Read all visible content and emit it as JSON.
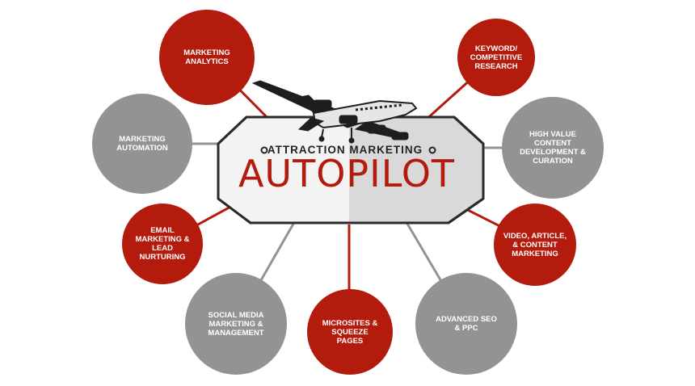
{
  "hub": {
    "subtitle": "ATTRACTION MARKETING",
    "title": "AUTOPILOT"
  },
  "colors": {
    "red": "#b31b0d",
    "gray": "#939393",
    "hub_fill": "#d9d9d9",
    "hub_border": "#2a2a2a"
  },
  "nodes": [
    {
      "id": "marketing-analytics",
      "label": "MARKETING\nANALYTICS",
      "color": "red"
    },
    {
      "id": "keyword-research",
      "label": "KEYWORD/\nCOMPETITIVE\nRESEARCH",
      "color": "red"
    },
    {
      "id": "marketing-automation",
      "label": "MARKETING\nAUTOMATION",
      "color": "gray"
    },
    {
      "id": "high-value-content",
      "label": "HIGH VALUE\nCONTENT\nDEVELOPMENT &\nCURATION",
      "color": "gray"
    },
    {
      "id": "email-marketing",
      "label": "EMAIL\nMARKETING &\nLEAD\nNURTURING",
      "color": "red"
    },
    {
      "id": "video-article-content",
      "label": "VIDEO, ARTICLE,\n& CONTENT\nMARKETING",
      "color": "red"
    },
    {
      "id": "social-media",
      "label": "SOCIAL MEDIA\nMARKETING &\nMANAGEMENT",
      "color": "gray"
    },
    {
      "id": "microsites",
      "label": "MICROSITES &\nSQUEEZE\nPAGES",
      "color": "red"
    },
    {
      "id": "advanced-seo",
      "label": "ADVANCED SEO\n& PPC",
      "color": "gray"
    }
  ]
}
